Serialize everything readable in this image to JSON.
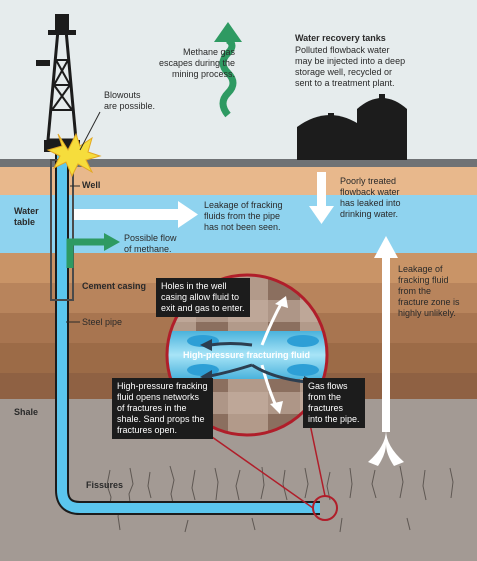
{
  "labels": {
    "methane": "Methane gas\nescapes during the\nmining process.",
    "tanks_title": "Water recovery tanks",
    "tanks_body": "Polluted flowback water\nmay be injected into a deep\nstorage well, recycled or\nsent to a treatment plant.",
    "blowouts": "Blowouts\nare possible.",
    "well": "Well",
    "water_table": "Water\ntable",
    "leak_pipe": "Leakage of fracking\nfluids from the pipe\nhas not been seen.",
    "poorly_treated": "Poorly treated\nflowback water\nhas leaked into\ndrinking water.",
    "methane_flow": "Possible flow\nof methane.",
    "leak_fracture": "Leakage of\nfracking fluid\nfrom the\nfracture zone is\nhighly unlikely.",
    "cement_casing": "Cement casing",
    "steel_pipe": "Steel pipe",
    "shale": "Shale",
    "fissures": "Fissures",
    "holes": "Holes in the well\ncasing allow fluid to\nexit and gas to enter.",
    "hp_fluid": "High-pressure fracturing fluid",
    "fracking_opens": "High-pressure fracking\nfluid opens networks\nof fractures in the\nshale. Sand props the\nfractures open.",
    "gas_flows": "Gas flows\nfrom the\nfractures\ninto the pipe."
  },
  "colors": {
    "sky": "#e6eced",
    "ground_surface": "#6f7275",
    "topsoil": "#e8b88c",
    "water_table": "#8fd3ef",
    "soil_mid": "#b8845c",
    "soil_dark": "#9c6b47",
    "shale": "#a39a94",
    "pipe": "#5bc6ee",
    "methane_arrow": "#2e9a62",
    "callout_red": "#b01e2a",
    "label_box": "#1c1c1c"
  }
}
